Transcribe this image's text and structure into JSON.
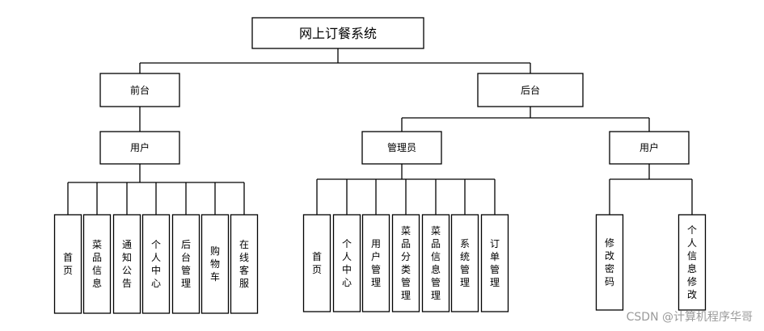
{
  "root": {
    "label": "网上订餐系统"
  },
  "front": {
    "label": "前台",
    "role": "用户",
    "modules": [
      "首页",
      "菜品信息",
      "通知公告",
      "个人中心",
      "后台管理",
      "购物车",
      "在线客服"
    ]
  },
  "back": {
    "label": "后台",
    "admin": {
      "label": "管理员",
      "modules": [
        "首页",
        "个人中心",
        "用户管理",
        "菜品分类管理",
        "菜品信息管理",
        "系统管理",
        "订单管理"
      ]
    },
    "user": {
      "label": "用户",
      "modules": [
        "修改密码",
        "个人信息修改"
      ]
    }
  },
  "watermark": "CSDN @计算机程序华哥"
}
